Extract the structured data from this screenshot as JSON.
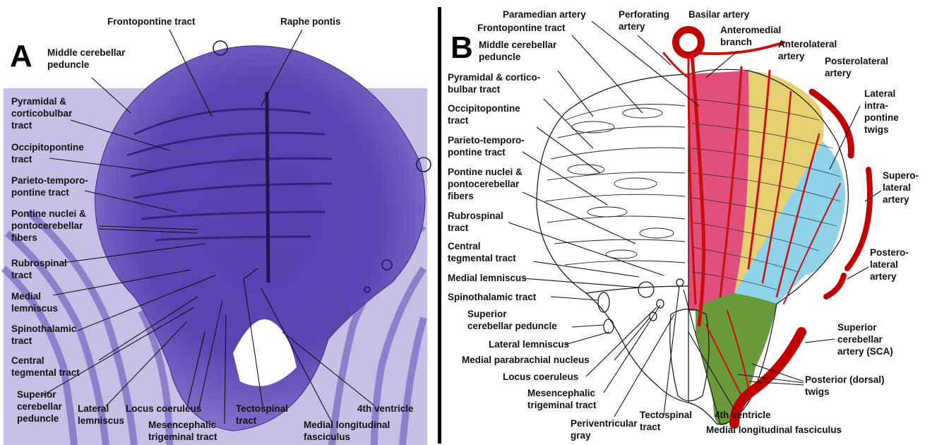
{
  "panel_a": {
    "letter": "A",
    "labels": {
      "frontopontine": "Frontopontine tract",
      "raphe": "Raphe pontis",
      "mcp": [
        "Middle cerebellar",
        "peduncle"
      ],
      "pyramidal": [
        "Pyramidal &",
        "corticobulbar",
        "tract"
      ],
      "occipito": [
        "Occipitopontine",
        "tract"
      ],
      "parieto": [
        "Parieto-temporo-",
        "pontine tract"
      ],
      "pontine_nuclei": [
        "Pontine nuclei &",
        "pontocerebellar",
        "fibers"
      ],
      "rubro": [
        "Rubrospinal",
        "tract"
      ],
      "medial_lemniscus": [
        "Medial",
        "lemniscus"
      ],
      "spinothalamic": [
        "Spinothalamic",
        "tract"
      ],
      "central_tegmental": [
        "Central",
        "tegmental tract"
      ],
      "scp": [
        "Superior",
        "cerebellar",
        "peduncle"
      ],
      "lateral_lemniscus": [
        "Lateral",
        "lemniscus"
      ],
      "locus": "Locus coeruleus",
      "mesencephalic": [
        "Mesencephalic",
        "trigeminal tract"
      ],
      "tectospinal": [
        "Tectospinal",
        "tract"
      ],
      "mlf": [
        "Medial longitudinal",
        "fasciculus"
      ],
      "fourth": "4th ventricle"
    }
  },
  "panel_b": {
    "letter": "B",
    "labels": {
      "paramedian": "Paramedian artery",
      "perforating": [
        "Perforating",
        "artery"
      ],
      "basilar": "Basilar artery",
      "frontopontine": "Frontopontine tract",
      "anteromedial": [
        "Anteromedial",
        "branch"
      ],
      "anterolateral": [
        "Anterolateral",
        "artery"
      ],
      "mcp": [
        "Middle cerebellar",
        "peduncle"
      ],
      "posterolateral_top": [
        "Posterolateral",
        "artery"
      ],
      "pyramidal": [
        "Pyramidal & cortico-",
        "bulbar tract"
      ],
      "lateral_twigs": [
        "Lateral",
        "intra-",
        "pontine",
        "twigs"
      ],
      "occipito": [
        "Occipitopontine",
        "tract"
      ],
      "parieto": [
        "Parieto-temporo-",
        "pontine tract"
      ],
      "superolateral": [
        "Supero-",
        "lateral",
        "artery"
      ],
      "pontine_nuclei": [
        "Pontine nuclei &",
        "pontocerebellar",
        "fibers"
      ],
      "rubro": [
        "Rubrospinal",
        "tract"
      ],
      "central_tegmental": [
        "Central",
        "tegmental tract"
      ],
      "postero_lateral": [
        "Postero-",
        "lateral",
        "artery"
      ],
      "medial_lemniscus": "Medial lemniscus",
      "spinothalamic": "Spinothalamic tract",
      "scp": [
        "Superior",
        "cerebellar peduncle"
      ],
      "sca": [
        "Superior",
        "cerebellar",
        "artery (SCA)"
      ],
      "lateral_lemniscus": "Lateral lemniscus",
      "medial_parabrachial": "Medial parabrachial nucleus",
      "locus": "Locus coeruleus",
      "posterior_twigs": [
        "Posterior (dorsal)",
        "twigs"
      ],
      "mesencephalic": [
        "Mesencephalic",
        "trigeminal tract"
      ],
      "periventricular": [
        "Periventricular",
        "gray"
      ],
      "tectospinal": [
        "Tectospinal",
        "tract"
      ],
      "fourth": "4th ventricle",
      "mlf": "Medial longitudinal fasciculus"
    },
    "territory_colors": {
      "paramedian": "#e0507a",
      "anterolateral": "#e6d070",
      "lateral": "#8fd3ea",
      "posterior": "#6b9a3a"
    },
    "artery_color": "#c00000"
  }
}
